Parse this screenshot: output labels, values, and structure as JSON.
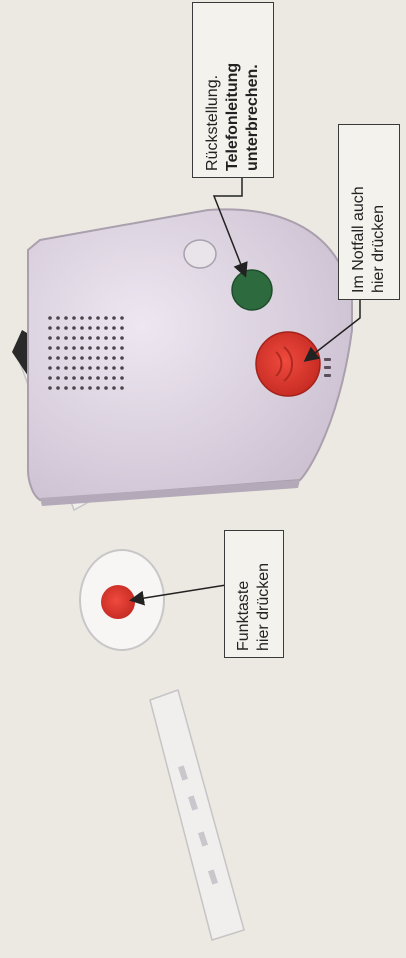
{
  "colors": {
    "background": "#ece9e2",
    "device_body": "#e2d8e6",
    "emergency_button": "#e0342b",
    "reset_button": "#2d6b3e",
    "strap": "#f1efee",
    "buckle": "#2a2a2a"
  },
  "labels": {
    "reset": {
      "line1": "Rückstellung.",
      "line2": "Telefonleitung",
      "line3": "unterbrechen."
    },
    "emergency": {
      "line1": "Im Notfall auch",
      "line2": "hier  drücken"
    },
    "function_key": {
      "line1": "Funktaste",
      "line2": "hier drücken"
    }
  }
}
